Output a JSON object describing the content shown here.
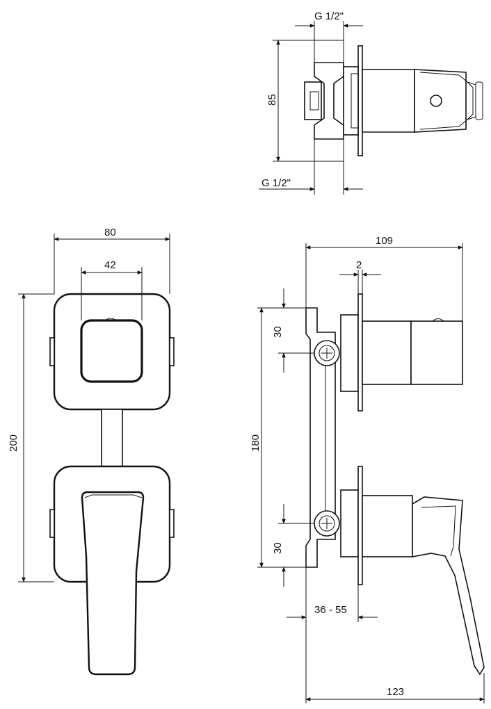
{
  "dimensions": {
    "top_thread_upper": "G 1/2\"",
    "top_height": "85",
    "top_thread_lower": "G 1/2\"",
    "front_width": "80",
    "front_inner_width": "42",
    "front_height": "200",
    "side_depth_top": "109",
    "side_plate": "2",
    "side_offset_top": "30",
    "side_spacing": "180",
    "side_offset_bottom": "30",
    "side_wall_range": "36 - 55",
    "side_depth_bottom": "123"
  }
}
